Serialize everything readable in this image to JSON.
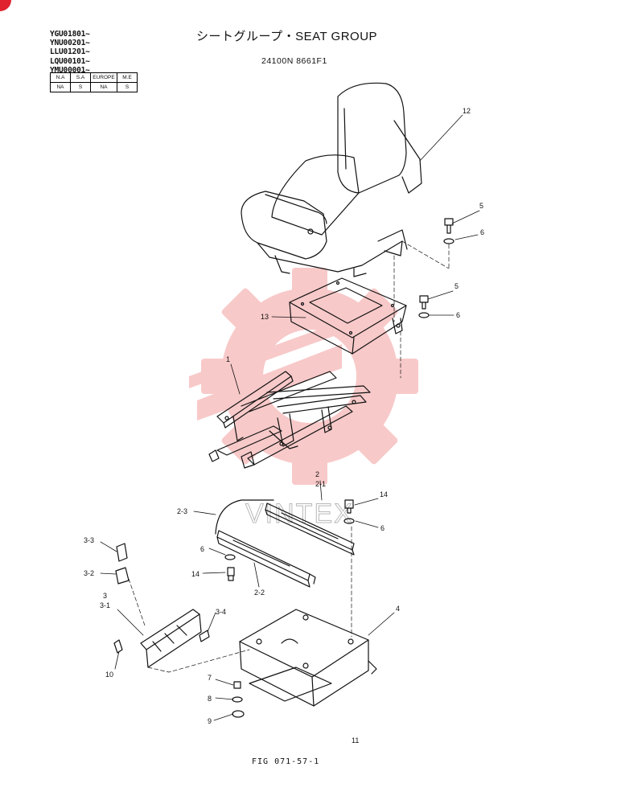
{
  "header": {
    "serials": [
      "YGU01801~",
      "YNU00201~",
      "LLU01201~",
      "LQU00101~",
      "YMU00001~"
    ],
    "title": "シートグループ・SEAT GROUP",
    "part_number": "24100N 8661F1"
  },
  "region_table": {
    "headers": [
      "N.A",
      "S.A",
      "EUROPE",
      "M.E"
    ],
    "values": [
      "NA",
      "S",
      "NA",
      "S"
    ]
  },
  "callouts": {
    "c12": "12",
    "c5a": "5",
    "c6a": "6",
    "c5b": "5",
    "c6b": "6",
    "c13": "13",
    "c1": "1",
    "c2": "2",
    "c2_1": "2-1",
    "c2_3": "2-3",
    "c14a": "14",
    "c6c": "6",
    "c6d": "6",
    "c14b": "14",
    "c2_2": "2-2",
    "c3_3": "3-3",
    "c3_2": "3-2",
    "c3": "3",
    "c3_1": "3-1",
    "c3_4": "3-4",
    "c10": "10",
    "c4": "4",
    "c7": "7",
    "c8": "8",
    "c9": "9",
    "c11": "11"
  },
  "watermark": {
    "text": "VINTEX",
    "color": "#e8403f"
  },
  "figure_label": "FIG 071-57-1"
}
